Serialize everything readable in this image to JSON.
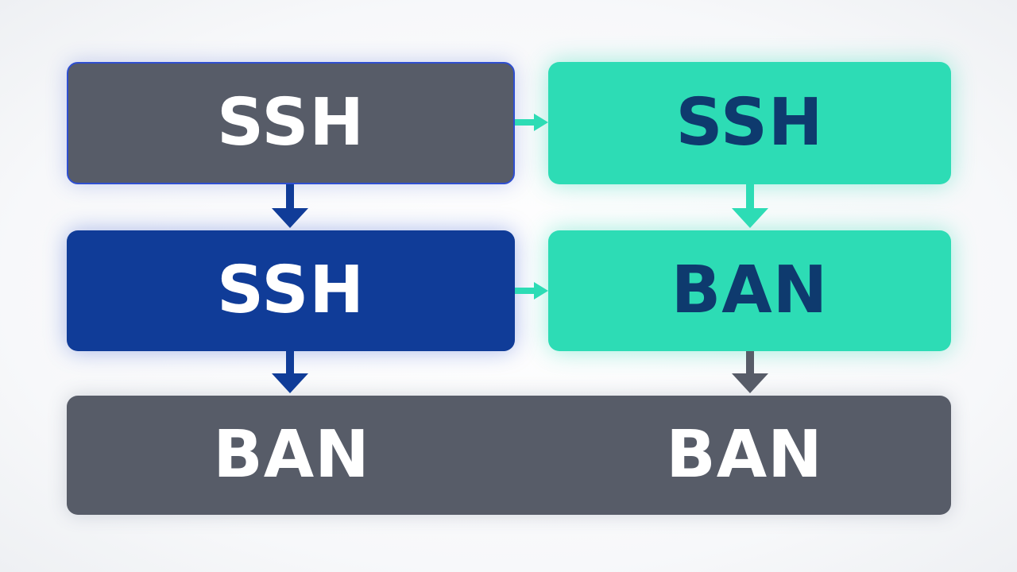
{
  "diagram": {
    "nodes": {
      "top_left": {
        "label": "SSH",
        "style": "gray-outlined"
      },
      "top_right": {
        "label": "SSH",
        "style": "teal"
      },
      "middle_left": {
        "label": "SSH",
        "style": "blue"
      },
      "middle_right": {
        "label": "BAN",
        "style": "teal"
      },
      "bottom": {
        "labels": [
          "BAN",
          "BAN"
        ],
        "style": "gray"
      }
    },
    "edges": [
      {
        "from": "top_left",
        "to": "top_right",
        "color": "#2ddcb5"
      },
      {
        "from": "top_left",
        "to": "middle_left",
        "color": "#103c98"
      },
      {
        "from": "top_right",
        "to": "middle_right",
        "color": "#2ddcb5"
      },
      {
        "from": "middle_left",
        "to": "middle_right",
        "color": "#2ddcb5"
      },
      {
        "from": "middle_left",
        "to": "bottom",
        "color": "#103c98"
      },
      {
        "from": "middle_right",
        "to": "bottom",
        "color": "#575c68"
      }
    ]
  },
  "colors": {
    "gray": "#575c68",
    "blue": "#103c98",
    "teal": "#2ddcb5",
    "dark_text": "#0e3a6e",
    "outline_blue": "#2f4fd0"
  }
}
